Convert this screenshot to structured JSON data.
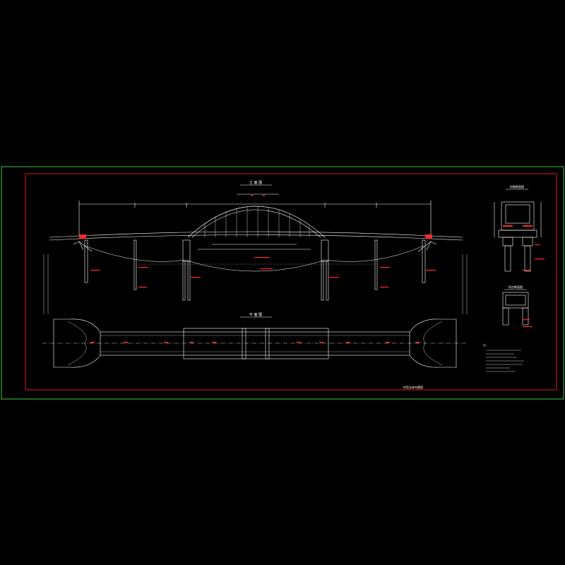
{
  "colors": {
    "background": "#000000",
    "outer_border": "#3ec63e",
    "inner_border": "#e01818",
    "linework": "#ffffff",
    "annotation": "#ff2a2a",
    "accent": "#00c0c0"
  },
  "views": {
    "elevation_title": "立  面  图",
    "plan_title": "平  面  图",
    "section_title_1": "桥墩断面图",
    "section_title_2": "桥台断面图"
  },
  "drawing_title": "桥型总体布置图",
  "notes_heading": "注："
}
